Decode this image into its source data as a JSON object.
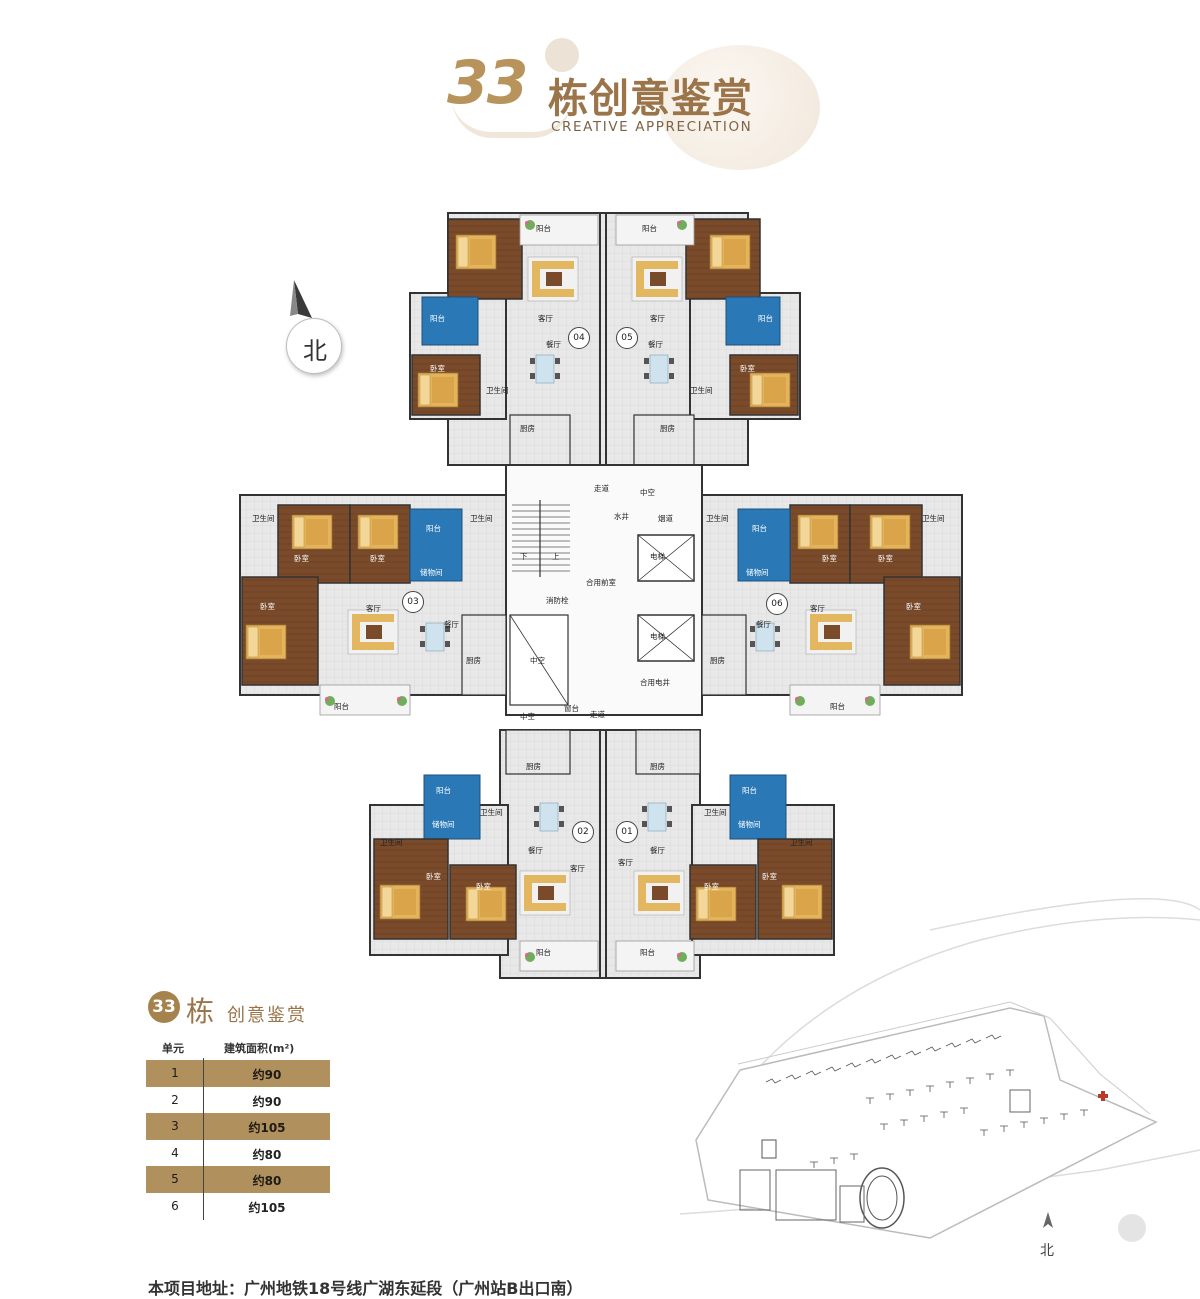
{
  "header": {
    "number": "33",
    "title": "栋创意鉴赏",
    "subtitle": "CREATIVE APPRECIATION"
  },
  "north": {
    "label": "北"
  },
  "rooms": {
    "balcony": "阳台",
    "living": "客厅",
    "dining": "餐厅",
    "bedroom": "卧室",
    "bathroom": "卫生间",
    "kitchen": "厨房",
    "storage": "储物间",
    "corridor": "走道",
    "window_sill": "窗台",
    "void": "中空",
    "water_well": "水井",
    "smoke_vent": "烟道",
    "elevator": "电梯",
    "shared_front_room": "合用前室",
    "fire_hydrant": "消防栓",
    "shared_electric_well": "合用电井",
    "up": "上",
    "down": "下"
  },
  "units": [
    "01",
    "02",
    "03",
    "04",
    "05",
    "06"
  ],
  "table": {
    "title_number": "33",
    "title_char": "栋",
    "title_rest": "创意鉴赏",
    "headers": [
      "单元",
      "建筑面积(m²)"
    ],
    "rows": [
      {
        "unit": "1",
        "area": "约90"
      },
      {
        "unit": "2",
        "area": "约90"
      },
      {
        "unit": "3",
        "area": "约105"
      },
      {
        "unit": "4",
        "area": "约80"
      },
      {
        "unit": "5",
        "area": "约80"
      },
      {
        "unit": "6",
        "area": "约105"
      }
    ],
    "shade_color": "#b0915e"
  },
  "siteplan": {
    "north_label": "北"
  },
  "footer": {
    "text": "本项目地址：广州地铁18号线广湖东延段（广州站B出口南）"
  },
  "colors": {
    "gold": "#b8935b",
    "brown_text": "#9b744a",
    "blue_room": "#2a78b6",
    "wood": "#7a4b2a",
    "bed": "#e2b257",
    "floor_tile": "#e4e4e4"
  }
}
